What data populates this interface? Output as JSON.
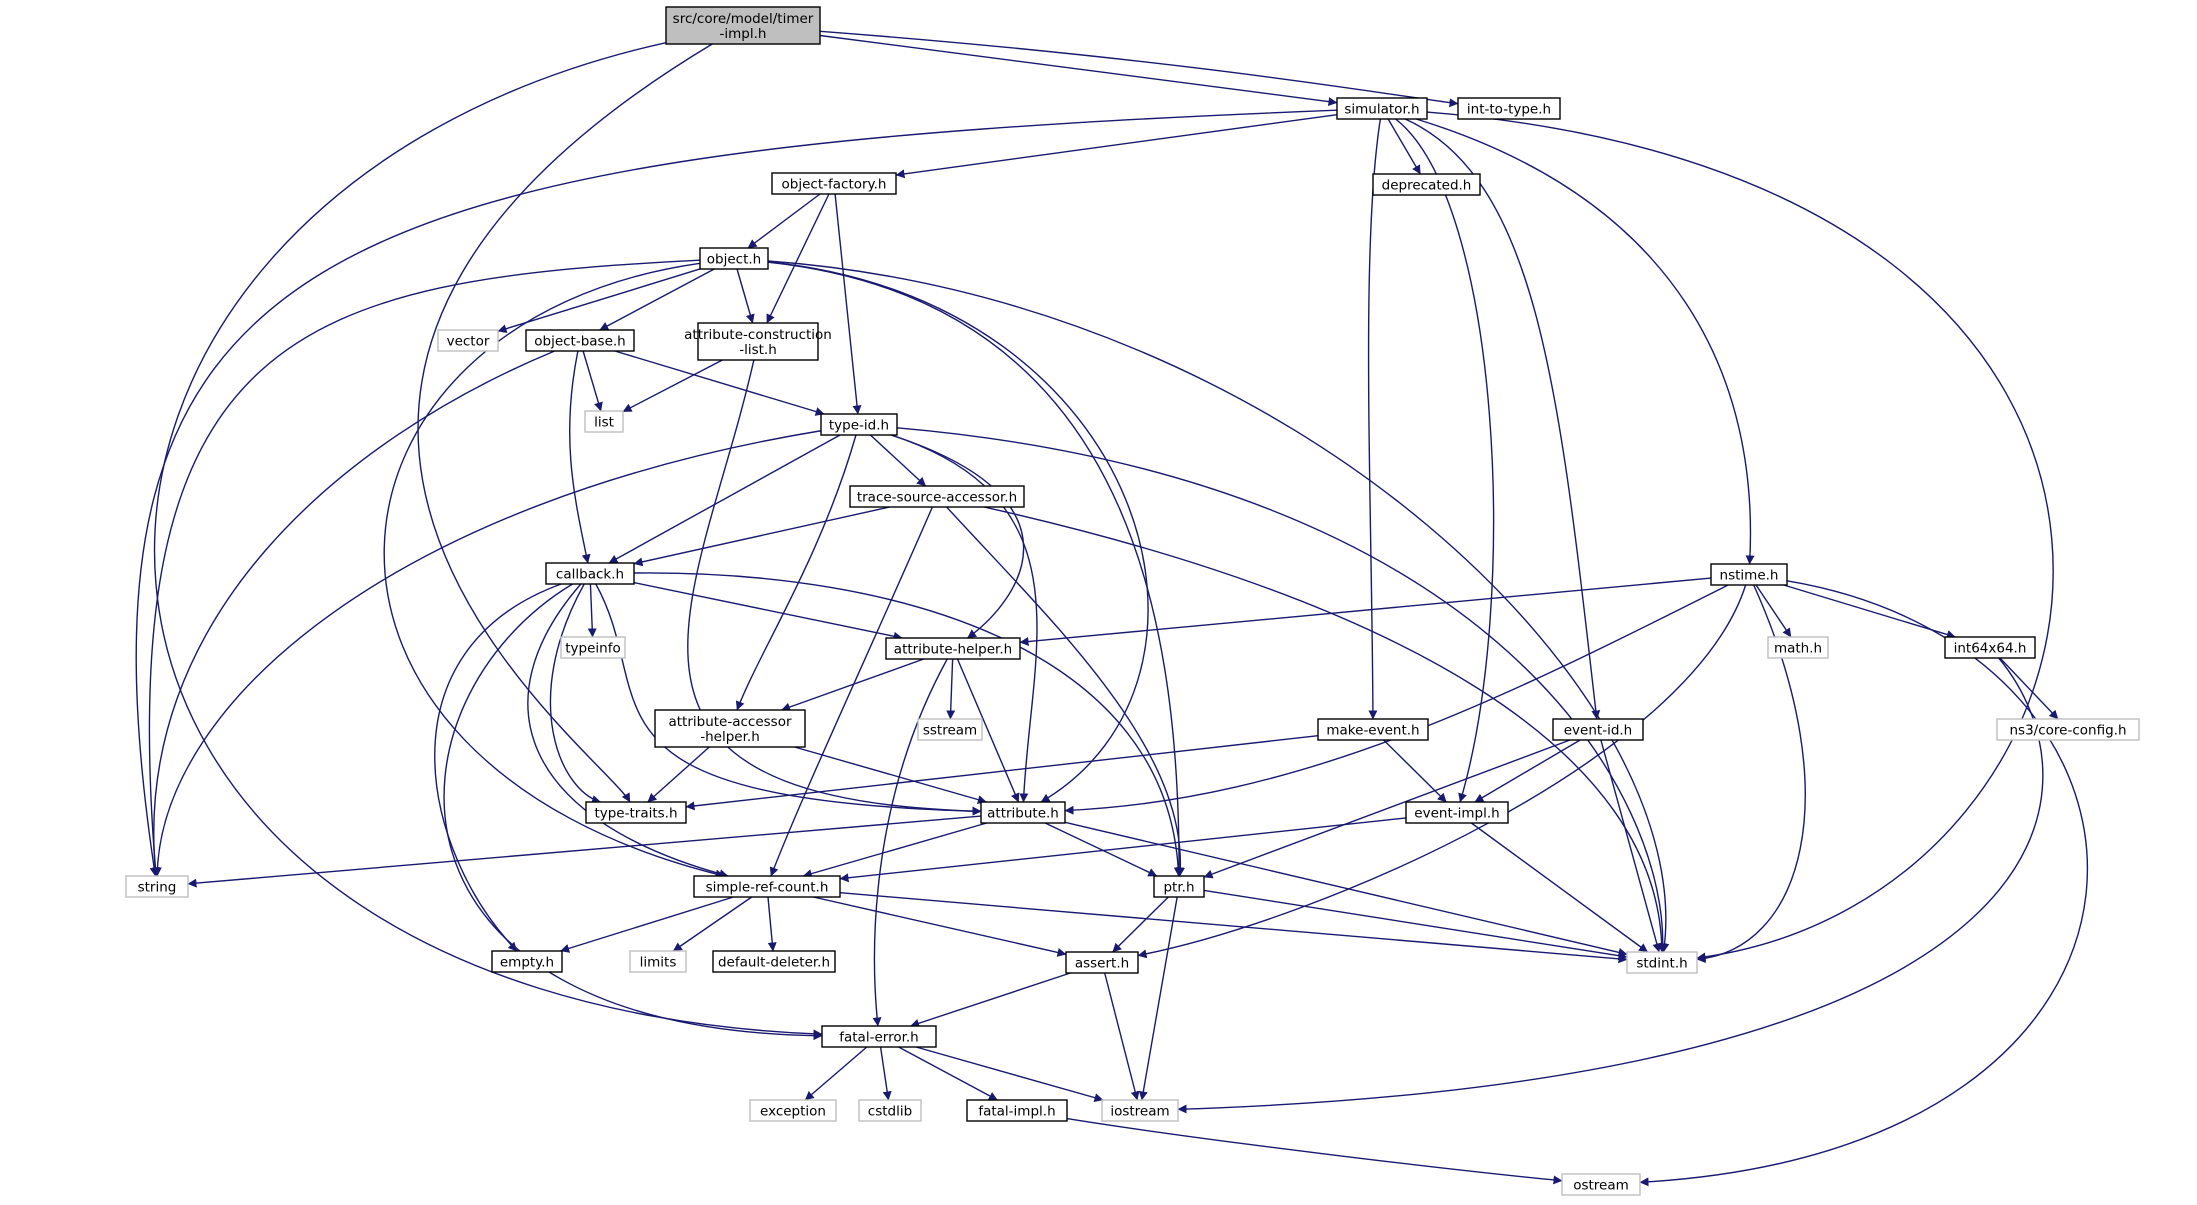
{
  "colors": {
    "edge": "#191970",
    "root_fill": "#bfbfbf",
    "documented_border": "#000000",
    "system_border": "#bfbfbf"
  },
  "nodes": [
    {
      "id": "timer-impl",
      "lines": [
        "src/core/model/timer",
        "-impl.h"
      ],
      "kind": "root"
    },
    {
      "id": "simulator",
      "lines": [
        "simulator.h"
      ],
      "kind": "documented"
    },
    {
      "id": "int-to-type",
      "lines": [
        "int-to-type.h"
      ],
      "kind": "documented"
    },
    {
      "id": "object-factory",
      "lines": [
        "object-factory.h"
      ],
      "kind": "documented"
    },
    {
      "id": "deprecated",
      "lines": [
        "deprecated.h"
      ],
      "kind": "documented"
    },
    {
      "id": "object",
      "lines": [
        "object.h"
      ],
      "kind": "documented"
    },
    {
      "id": "vector",
      "lines": [
        "vector"
      ],
      "kind": "system"
    },
    {
      "id": "object-base",
      "lines": [
        "object-base.h"
      ],
      "kind": "documented"
    },
    {
      "id": "attr-construction-list",
      "lines": [
        "attribute-construction",
        "-list.h"
      ],
      "kind": "documented"
    },
    {
      "id": "list",
      "lines": [
        "list"
      ],
      "kind": "system"
    },
    {
      "id": "type-id",
      "lines": [
        "type-id.h"
      ],
      "kind": "documented"
    },
    {
      "id": "trace-source-accessor",
      "lines": [
        "trace-source-accessor.h"
      ],
      "kind": "documented"
    },
    {
      "id": "nstime",
      "lines": [
        "nstime.h"
      ],
      "kind": "documented"
    },
    {
      "id": "callback",
      "lines": [
        "callback.h"
      ],
      "kind": "documented"
    },
    {
      "id": "typeinfo",
      "lines": [
        "typeinfo"
      ],
      "kind": "system"
    },
    {
      "id": "attribute-helper",
      "lines": [
        "attribute-helper.h"
      ],
      "kind": "documented"
    },
    {
      "id": "math",
      "lines": [
        "math.h"
      ],
      "kind": "system"
    },
    {
      "id": "int64x64",
      "lines": [
        "int64x64.h"
      ],
      "kind": "documented"
    },
    {
      "id": "attr-accessor-helper",
      "lines": [
        "attribute-accessor",
        "-helper.h"
      ],
      "kind": "documented"
    },
    {
      "id": "sstream",
      "lines": [
        "sstream"
      ],
      "kind": "system"
    },
    {
      "id": "make-event",
      "lines": [
        "make-event.h"
      ],
      "kind": "documented"
    },
    {
      "id": "event-id",
      "lines": [
        "event-id.h"
      ],
      "kind": "documented"
    },
    {
      "id": "ns3-core-config",
      "lines": [
        "ns3/core-config.h"
      ],
      "kind": "system"
    },
    {
      "id": "type-traits",
      "lines": [
        "type-traits.h"
      ],
      "kind": "documented"
    },
    {
      "id": "attribute",
      "lines": [
        "attribute.h"
      ],
      "kind": "documented"
    },
    {
      "id": "event-impl",
      "lines": [
        "event-impl.h"
      ],
      "kind": "documented"
    },
    {
      "id": "string",
      "lines": [
        "string"
      ],
      "kind": "system"
    },
    {
      "id": "simple-ref-count",
      "lines": [
        "simple-ref-count.h"
      ],
      "kind": "documented"
    },
    {
      "id": "ptr",
      "lines": [
        "ptr.h"
      ],
      "kind": "documented"
    },
    {
      "id": "empty",
      "lines": [
        "empty.h"
      ],
      "kind": "documented"
    },
    {
      "id": "limits",
      "lines": [
        "limits"
      ],
      "kind": "system"
    },
    {
      "id": "default-deleter",
      "lines": [
        "default-deleter.h"
      ],
      "kind": "documented"
    },
    {
      "id": "assert",
      "lines": [
        "assert.h"
      ],
      "kind": "documented"
    },
    {
      "id": "stdint",
      "lines": [
        "stdint.h"
      ],
      "kind": "system"
    },
    {
      "id": "fatal-error",
      "lines": [
        "fatal-error.h"
      ],
      "kind": "documented"
    },
    {
      "id": "exception",
      "lines": [
        "exception"
      ],
      "kind": "system"
    },
    {
      "id": "cstdlib",
      "lines": [
        "cstdlib"
      ],
      "kind": "system"
    },
    {
      "id": "fatal-impl",
      "lines": [
        "fatal-impl.h"
      ],
      "kind": "documented"
    },
    {
      "id": "iostream",
      "lines": [
        "iostream"
      ],
      "kind": "system"
    },
    {
      "id": "ostream",
      "lines": [
        "ostream"
      ],
      "kind": "system"
    }
  ],
  "edges": [
    [
      "timer-impl",
      "simulator"
    ],
    [
      "timer-impl",
      "int-to-type"
    ],
    [
      "timer-impl",
      "type-traits"
    ],
    [
      "timer-impl",
      "fatal-error"
    ],
    [
      "simulator",
      "object-factory"
    ],
    [
      "simulator",
      "deprecated"
    ],
    [
      "simulator",
      "make-event"
    ],
    [
      "simulator",
      "event-impl"
    ],
    [
      "simulator",
      "event-id"
    ],
    [
      "simulator",
      "nstime"
    ],
    [
      "simulator",
      "stdint"
    ],
    [
      "simulator",
      "string"
    ],
    [
      "object-factory",
      "object"
    ],
    [
      "object-factory",
      "attr-construction-list"
    ],
    [
      "object-factory",
      "type-id"
    ],
    [
      "object",
      "vector"
    ],
    [
      "object",
      "object-base"
    ],
    [
      "object",
      "attr-construction-list"
    ],
    [
      "object",
      "string"
    ],
    [
      "object",
      "simple-ref-count"
    ],
    [
      "object",
      "attribute"
    ],
    [
      "object",
      "ptr"
    ],
    [
      "object",
      "stdint"
    ],
    [
      "object-base",
      "list"
    ],
    [
      "object-base",
      "type-id"
    ],
    [
      "object-base",
      "callback"
    ],
    [
      "object-base",
      "string"
    ],
    [
      "attr-construction-list",
      "list"
    ],
    [
      "attr-construction-list",
      "attribute"
    ],
    [
      "type-id",
      "trace-source-accessor"
    ],
    [
      "type-id",
      "callback"
    ],
    [
      "type-id",
      "attribute-helper"
    ],
    [
      "type-id",
      "attribute"
    ],
    [
      "type-id",
      "attr-accessor-helper"
    ],
    [
      "type-id",
      "string"
    ],
    [
      "type-id",
      "stdint"
    ],
    [
      "trace-source-accessor",
      "callback"
    ],
    [
      "trace-source-accessor",
      "simple-ref-count"
    ],
    [
      "trace-source-accessor",
      "ptr"
    ],
    [
      "trace-source-accessor",
      "stdint"
    ],
    [
      "callback",
      "typeinfo"
    ],
    [
      "callback",
      "attribute-helper"
    ],
    [
      "callback",
      "type-traits"
    ],
    [
      "callback",
      "attribute"
    ],
    [
      "callback",
      "simple-ref-count"
    ],
    [
      "callback",
      "empty"
    ],
    [
      "callback",
      "fatal-error"
    ],
    [
      "callback",
      "ptr"
    ],
    [
      "attribute-helper",
      "attr-accessor-helper"
    ],
    [
      "attribute-helper",
      "sstream"
    ],
    [
      "attribute-helper",
      "attribute"
    ],
    [
      "attribute-helper",
      "fatal-error"
    ],
    [
      "attr-accessor-helper",
      "type-traits"
    ],
    [
      "attr-accessor-helper",
      "attribute"
    ],
    [
      "nstime",
      "attribute-helper"
    ],
    [
      "nstime",
      "math"
    ],
    [
      "nstime",
      "int64x64"
    ],
    [
      "nstime",
      "attribute"
    ],
    [
      "nstime",
      "assert"
    ],
    [
      "nstime",
      "stdint"
    ],
    [
      "nstime",
      "ostream"
    ],
    [
      "int64x64",
      "ns3-core-config"
    ],
    [
      "int64x64",
      "iostream"
    ],
    [
      "make-event",
      "event-impl"
    ],
    [
      "make-event",
      "type-traits"
    ],
    [
      "event-id",
      "event-impl"
    ],
    [
      "event-id",
      "ptr"
    ],
    [
      "event-id",
      "stdint"
    ],
    [
      "event-impl",
      "simple-ref-count"
    ],
    [
      "event-impl",
      "stdint"
    ],
    [
      "attribute",
      "string"
    ],
    [
      "attribute",
      "simple-ref-count"
    ],
    [
      "attribute",
      "ptr"
    ],
    [
      "attribute",
      "stdint"
    ],
    [
      "simple-ref-count",
      "empty"
    ],
    [
      "simple-ref-count",
      "limits"
    ],
    [
      "simple-ref-count",
      "default-deleter"
    ],
    [
      "simple-ref-count",
      "assert"
    ],
    [
      "simple-ref-count",
      "stdint"
    ],
    [
      "ptr",
      "assert"
    ],
    [
      "ptr",
      "iostream"
    ],
    [
      "ptr",
      "stdint"
    ],
    [
      "assert",
      "fatal-error"
    ],
    [
      "assert",
      "iostream"
    ],
    [
      "fatal-error",
      "exception"
    ],
    [
      "fatal-error",
      "cstdlib"
    ],
    [
      "fatal-error",
      "fatal-impl"
    ],
    [
      "fatal-error",
      "iostream"
    ],
    [
      "fatal-impl",
      "ostream"
    ]
  ]
}
